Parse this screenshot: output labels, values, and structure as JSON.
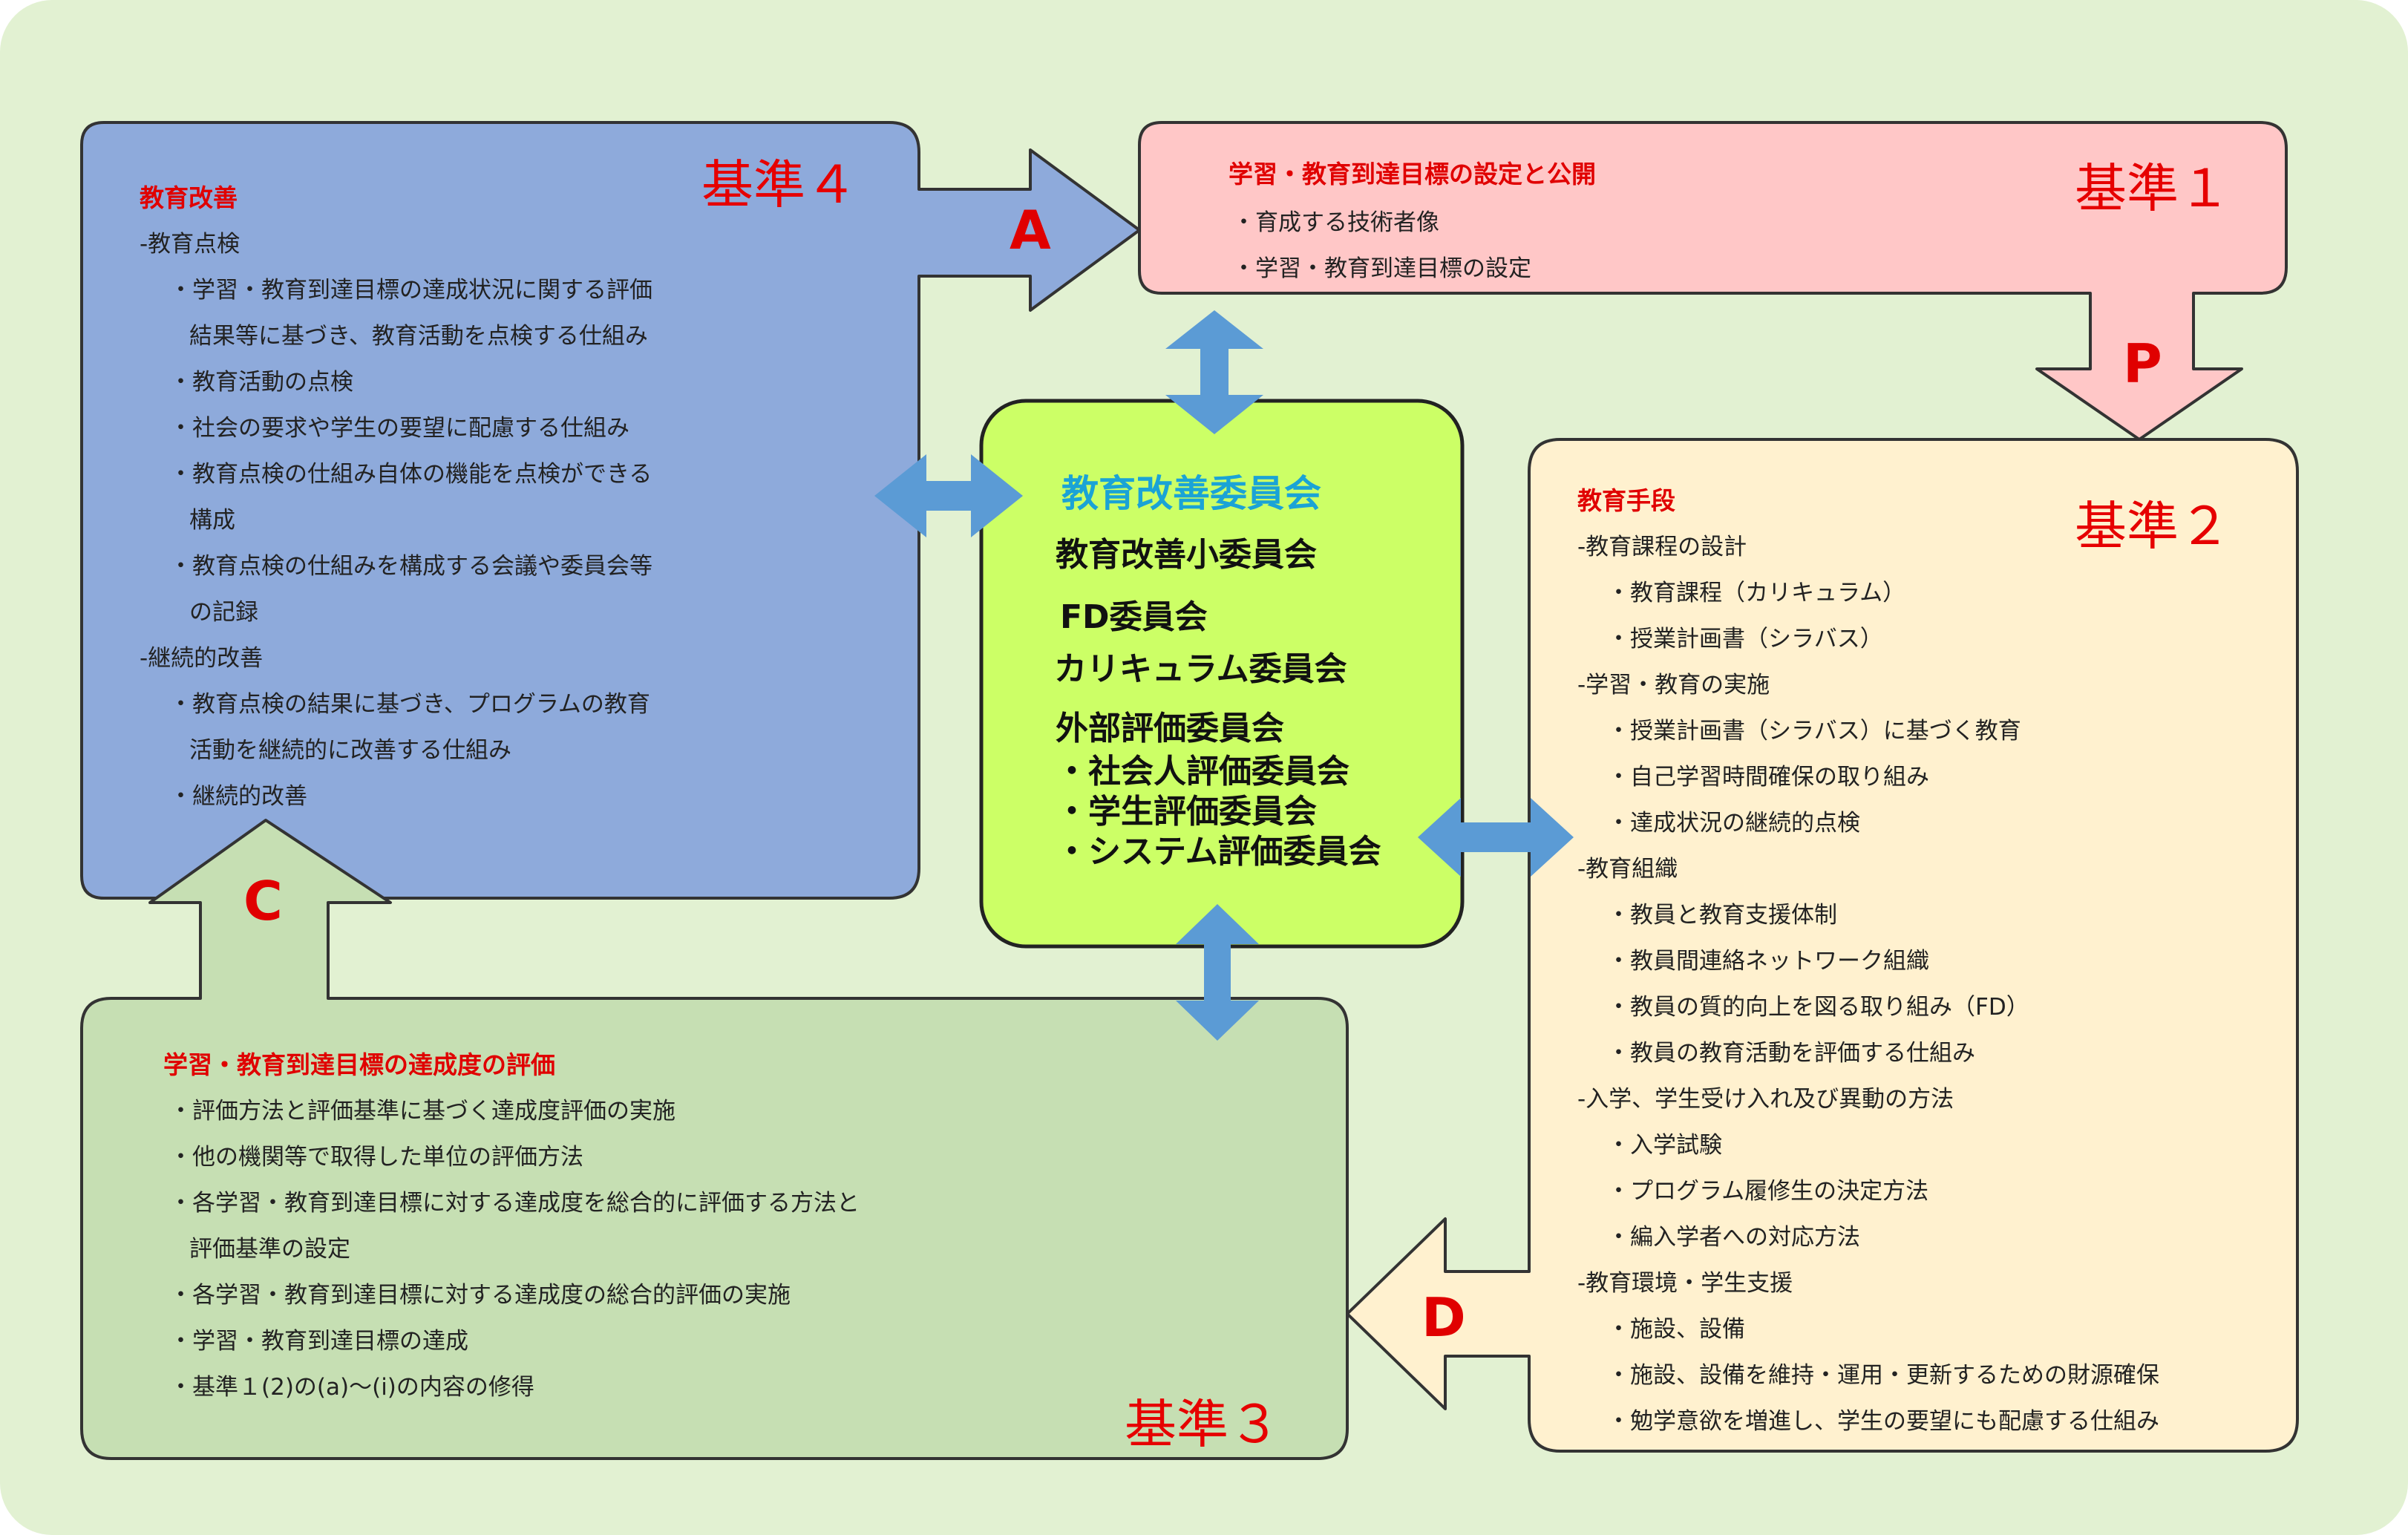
{
  "colors": {
    "background": "#e2f1d2",
    "box_kijun4": "#8eaadb",
    "box_kijun1": "#ffc7c7",
    "box_kijun2": "#fff1cf",
    "box_kijun3": "#c6dfb3",
    "box_center": "#ccff66",
    "connector_arrows": "#5b9bd5",
    "label_red": "#e00000",
    "committee_title": "#1aa3d6"
  },
  "kijun4": {
    "label": "基準４",
    "heading": "教育改善",
    "items": [
      "-教育点検",
      "・学習・教育到達目標の達成状況に関する評価",
      "結果等に基づき、教育活動を点検する仕組み",
      "・教育活動の点検",
      "・社会の要求や学生の要望に配慮する仕組み",
      "・教育点検の仕組み自体の機能を点検ができる",
      "構成",
      "・教育点検の仕組みを構成する会議や委員会等",
      "の記録",
      "-継続的改善",
      "・教育点検の結果に基づき、プログラムの教育",
      "活動を継続的に改善する仕組み",
      "・継続的改善"
    ]
  },
  "kijun1": {
    "label": "基準１",
    "heading": "学習・教育到達目標の設定と公開",
    "items": [
      "・育成する技術者像",
      "・学習・教育到達目標の設定"
    ]
  },
  "kijun2": {
    "label": "基準２",
    "heading": "教育手段",
    "items": [
      "-教育課程の設計",
      "・教育課程（カリキュラム）",
      "・授業計画書（シラバス）",
      "-学習・教育の実施",
      "・授業計画書（シラバス）に基づく教育",
      "・自己学習時間確保の取り組み",
      "・達成状況の継続的点検",
      "-教育組織",
      "・教員と教育支援体制",
      "・教員間連絡ネットワーク組織",
      "・教員の質的向上を図る取り組み（FD）",
      "・教員の教育活動を評価する仕組み",
      "-入学、学生受け入れ及び異動の方法",
      "・入学試験",
      "・プログラム履修生の決定方法",
      "・編入学者への対応方法",
      "-教育環境・学生支援",
      "・施設、設備",
      "・施設、設備を維持・運用・更新するための財源確保",
      "・勉学意欲を増進し、学生の要望にも配慮する仕組み"
    ]
  },
  "kijun3": {
    "label": "基準３",
    "heading": "学習・教育到達目標の達成度の評価",
    "items": [
      "・評価方法と評価基準に基づく達成度評価の実施",
      "・他の機関等で取得した単位の評価方法",
      "・各学習・教育到達目標に対する達成度を総合的に評価する方法と",
      "評価基準の設定",
      "・各学習・教育到達目標に対する達成度の総合的評価の実施",
      "・学習・教育到達目標の達成",
      "・基準１(2)の(a)〜(i)の内容の修得"
    ]
  },
  "center": {
    "title": "教育改善委員会",
    "lines": [
      "教育改善小委員会",
      "FD委員会",
      "カリキュラム委員会",
      "外部評価委員会",
      "・社会人評価委員会",
      "・学生評価委員会",
      "・システム評価委員会"
    ]
  },
  "pdca": {
    "a": "A",
    "p": "P",
    "d": "D",
    "c": "C"
  }
}
